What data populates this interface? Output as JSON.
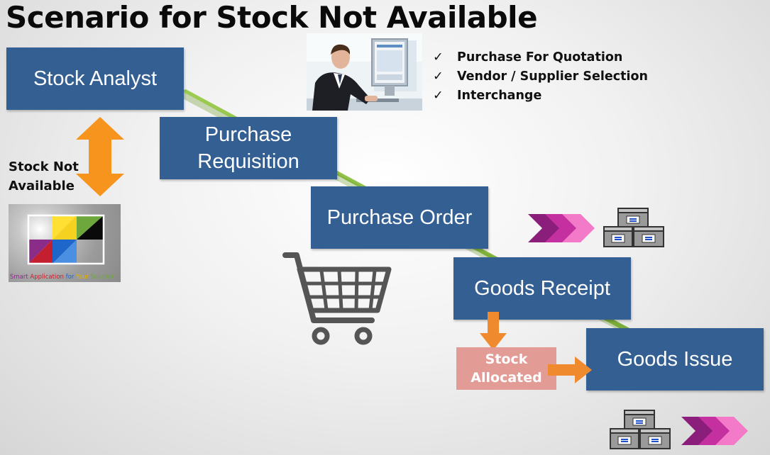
{
  "title": "Scenario for Stock Not Available",
  "steps": {
    "stock_analyst": "Stock Analyst",
    "purchase_requisition_line1": "Purchase",
    "purchase_requisition_line2": "Requisition",
    "purchase_order": "Purchase Order",
    "goods_receipt": "Goods Receipt",
    "goods_issue": "Goods Issue"
  },
  "side_label": {
    "line1": "Stock Not",
    "line2": "Available"
  },
  "checklist": [
    "Purchase For Quotation",
    "Vendor / Supplier Selection",
    "Interchange"
  ],
  "check_mark": "✓",
  "stock_allocated": {
    "line1": "Stock",
    "line2": "Allocated"
  },
  "logo_tagline": {
    "w1": "Smart",
    "w2": "Application",
    "w3": "for",
    "w4": "Your",
    "w5": "Solution"
  },
  "colors": {
    "box_fill": "#335f92",
    "accent_orange": "#f7941d",
    "accent_green": "#8bc34a",
    "allocated_fill": "#e39b96",
    "chevron_magenta": "#b0268f"
  },
  "icons": [
    "updown-arrow-icon",
    "person-at-computer-image",
    "shopping-cart-icon",
    "inventory-boxes-icon",
    "chevron-arrows-icon",
    "down-arrow-icon",
    "right-arrow-icon"
  ]
}
